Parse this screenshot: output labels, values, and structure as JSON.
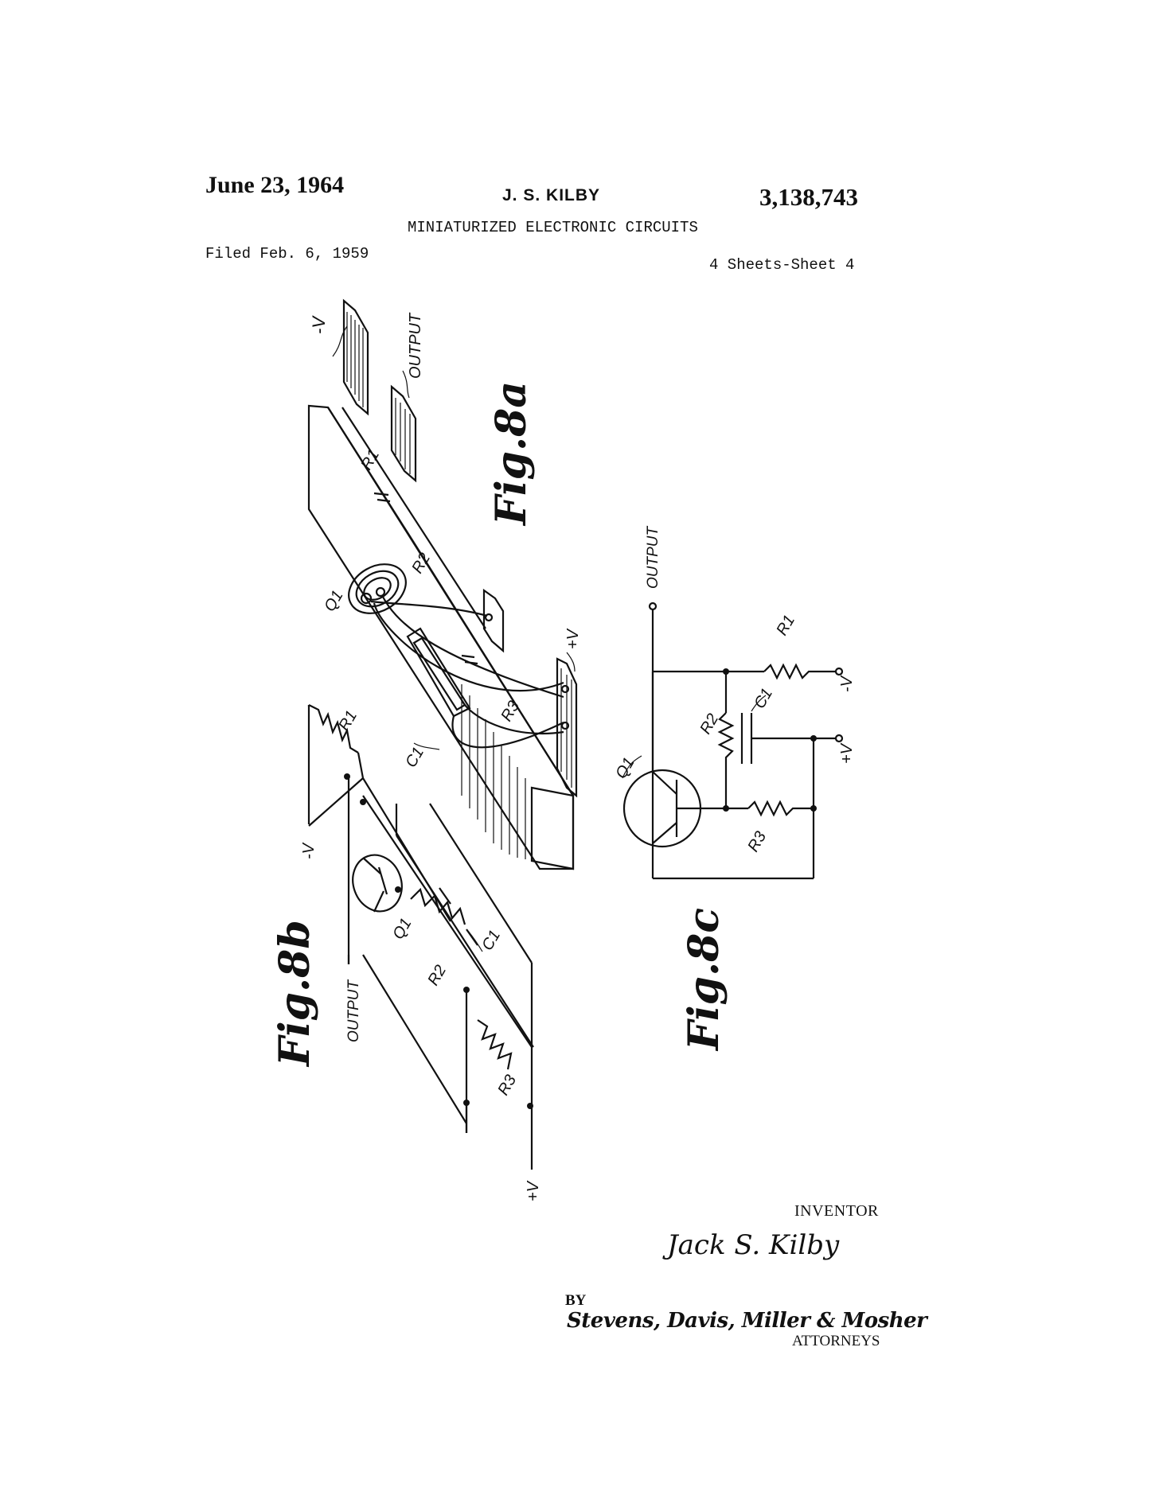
{
  "header": {
    "date": "June 23, 1964",
    "inventor": "J. S. KILBY",
    "patent_number": "3,138,743",
    "title": "MINIATURIZED ELECTRONIC CIRCUITS",
    "filed": "Filed Feb. 6, 1959",
    "sheets": "4 Sheets-Sheet 4"
  },
  "fig8a": {
    "label": "Fig.8a",
    "minus_v": "-V",
    "output": "OUTPUT",
    "r1": "R1",
    "r2": "R2",
    "r3": "R3",
    "q1": "Q1",
    "c1": "C1",
    "plus_v": "+V"
  },
  "fig8b": {
    "label": "Fig.8b",
    "r1": "R1",
    "minus_v": "-V",
    "q1": "Q1",
    "c1": "C1",
    "r2": "R2",
    "r3": "R3",
    "output": "OUTPUT",
    "plus_v": "+V"
  },
  "fig8c": {
    "label": "Fig.8c",
    "output": "OUTPUT",
    "r1": "R1",
    "minus_v": "-V",
    "r2": "R2",
    "c1": "C1",
    "plus_v": "+V",
    "q1": "Q1",
    "r3": "R3"
  },
  "signature": {
    "inventor_label": "INVENTOR",
    "inventor_name": "Jack S. Kilby",
    "by": "BY",
    "attorney_firm": "Stevens, Davis, Miller & Mosher",
    "attorneys_label": "ATTORNEYS"
  }
}
